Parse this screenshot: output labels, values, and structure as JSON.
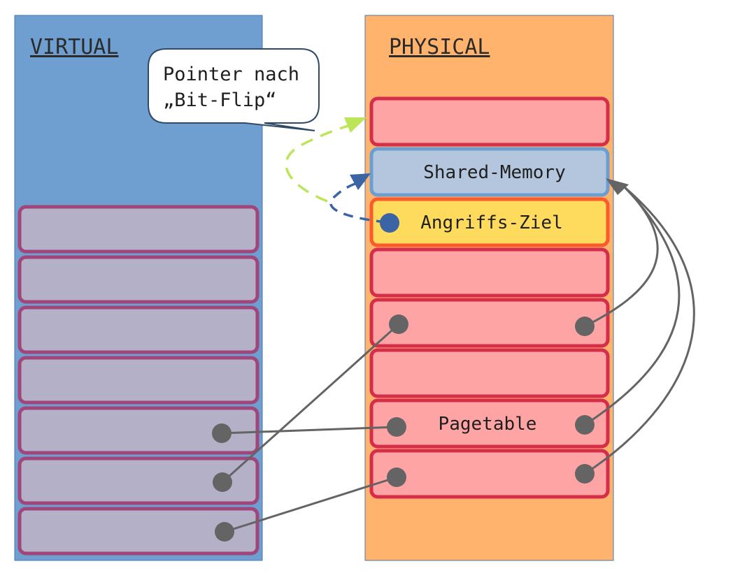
{
  "virtual": {
    "title": "VIRTUAL",
    "slot_count": 7,
    "colors": {
      "background": "#6f9fd1",
      "slot_fill": "#b4b0c8",
      "slot_border": "#a1467b"
    }
  },
  "physical": {
    "title": "PHYSICAL",
    "colors": {
      "background": "#ffb36d"
    },
    "frames": [
      {
        "label": "",
        "kind": "plain",
        "fill": "#ffa4a4",
        "border": "#d42e4b"
      },
      {
        "label": "Shared-Memory",
        "kind": "shared",
        "fill": "#b4c6de",
        "border": "#6b9fd2"
      },
      {
        "label": "Angriffs-Ziel",
        "kind": "target",
        "fill": "#ffdb5d",
        "border": "#fa5a2c"
      },
      {
        "label": "",
        "kind": "plain",
        "fill": "#ffa4a4",
        "border": "#d42e4b"
      },
      {
        "label": "",
        "kind": "pagetable-part",
        "fill": "#ffa4a4",
        "border": "#d42e4b"
      },
      {
        "label": "",
        "kind": "plain",
        "fill": "#ffa4a4",
        "border": "#d42e4b"
      },
      {
        "label": "Pagetable",
        "kind": "pagetable",
        "fill": "#ffa4a4",
        "border": "#d42e4b"
      },
      {
        "label": "",
        "kind": "pagetable-part",
        "fill": "#ffa4a4",
        "border": "#d42e4b"
      }
    ]
  },
  "callout": {
    "line1": "Pointer nach",
    "line2": "„Bit-Flip“"
  },
  "connectors": {
    "virtual_to_physical": [
      {
        "from_virtual_slot": 4,
        "to_physical_frame": 6
      },
      {
        "from_virtual_slot": 5,
        "to_physical_frame": 4
      },
      {
        "from_virtual_slot": 6,
        "to_physical_frame": 7
      }
    ],
    "pagetable_entries_to_shared": [
      4,
      6,
      7
    ],
    "original_pointer": {
      "from": "Angriffs-Ziel",
      "to": "Shared-Memory"
    },
    "flipped_pointer": {
      "from": "Angriffs-Ziel",
      "to": "frame-0"
    }
  },
  "colors": {
    "connector": "#646464",
    "dot": "#646464",
    "pointer_dot": "#3a64a4",
    "original_pointer": "#3a64a4",
    "flipped_pointer": "#bde55a"
  }
}
